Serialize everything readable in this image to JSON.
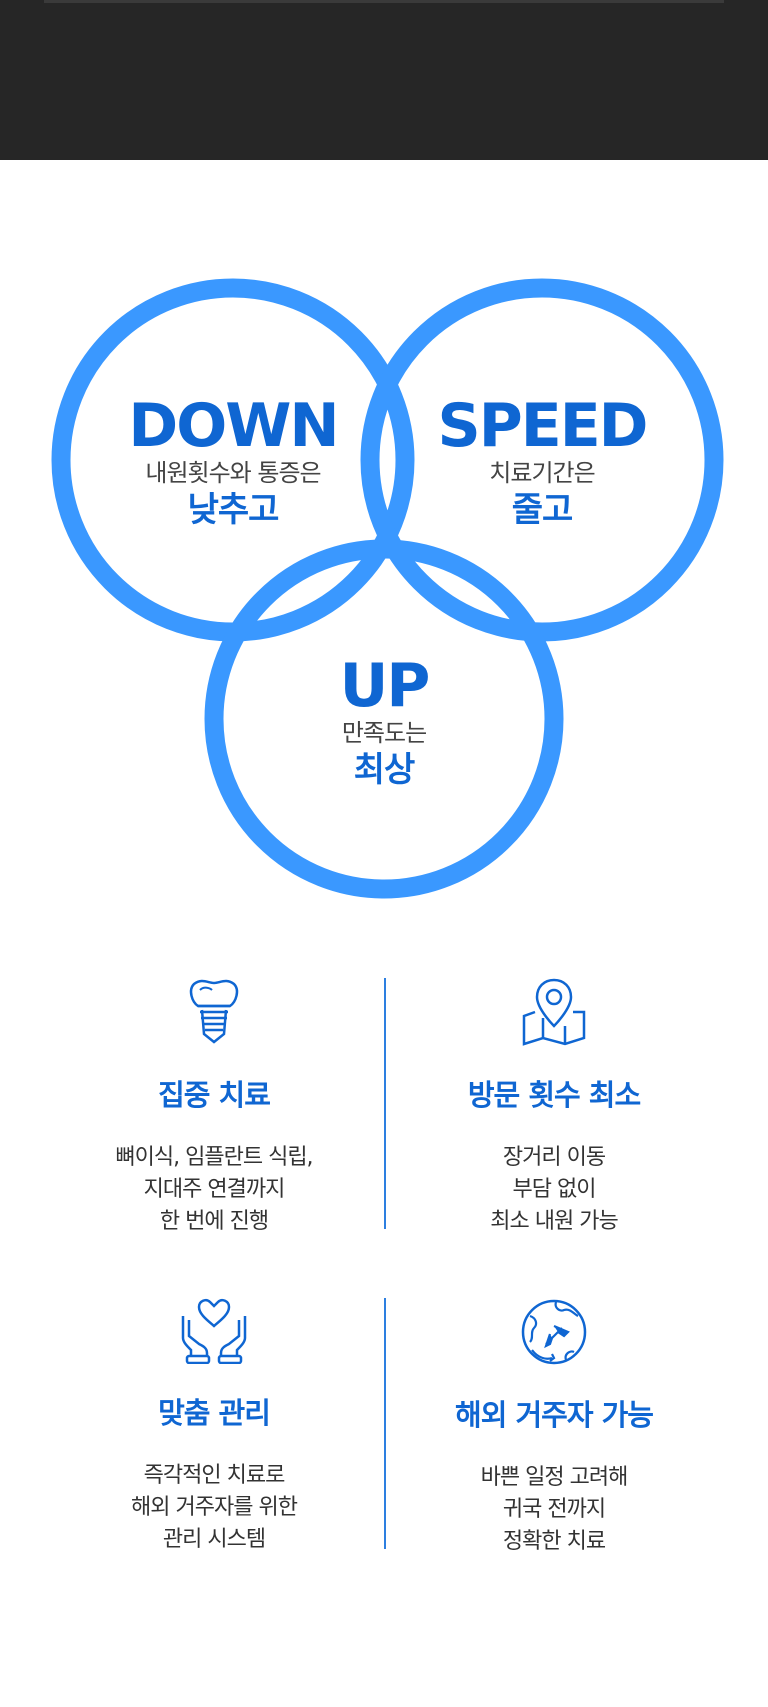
{
  "circles": [
    {
      "big": "DOWN",
      "sub": "내원횟수와 통증은",
      "strong": "낮추고"
    },
    {
      "big": "SPEED",
      "sub": "치료기간은",
      "strong": "줄고"
    },
    {
      "big": "UP",
      "sub": "만족도는",
      "strong": "최상"
    }
  ],
  "features": [
    {
      "icon": "tooth-implant-icon",
      "title": "집중 치료",
      "lines": [
        "뼈이식, 임플란트 식립,",
        "지대주 연결까지",
        "한 번에 진행"
      ]
    },
    {
      "icon": "map-pin-icon",
      "title": "방문 횟수 최소",
      "lines": [
        "장거리 이동",
        "부담 없이",
        "최소 내원 가능"
      ]
    },
    {
      "icon": "hands-heart-icon",
      "title": "맞춤 관리",
      "lines": [
        "즉각적인 치료로",
        "해외 거주자를 위한",
        "관리 시스템"
      ]
    },
    {
      "icon": "globe-plane-icon",
      "title": "해외 거주자 가능",
      "lines": [
        "바쁜 일정 고려해",
        "귀국 전까지",
        "정확한 치료"
      ]
    }
  ],
  "colors": {
    "accent": "#0f66d2",
    "ring": "#3a98ff",
    "dark_bar": "#262626"
  }
}
